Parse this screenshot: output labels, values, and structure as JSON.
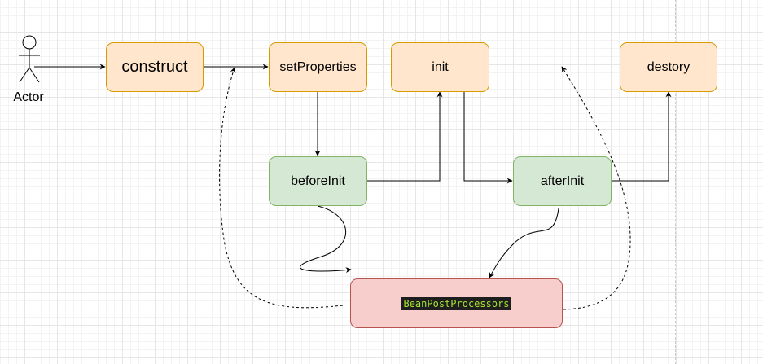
{
  "actor": {
    "label": "Actor"
  },
  "nodes": {
    "construct": "construct",
    "set_properties": "setProperties",
    "init": "init",
    "destroy": "destory",
    "before_init": "beforeInit",
    "after_init": "afterInit",
    "bean_post_processors": "BeanPostProcessors"
  },
  "colors": {
    "lifecycle_fill": "#ffe6cc",
    "lifecycle_stroke": "#d79b00",
    "hook_fill": "#d5e8d4",
    "hook_stroke": "#82b366",
    "processor_fill": "#f8cecc",
    "processor_stroke": "#b85450",
    "code_background": "#1e1e1e",
    "code_text": "#a6e22e"
  }
}
